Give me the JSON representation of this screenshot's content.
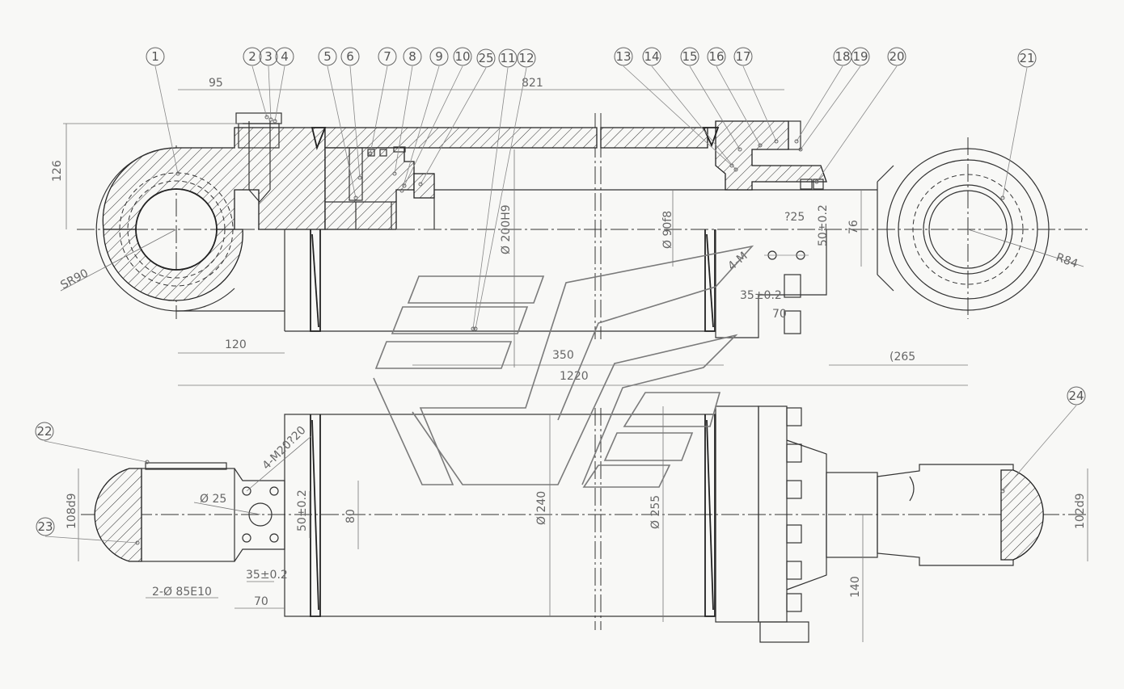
{
  "balloons": [
    "1",
    "2",
    "3",
    "4",
    "5",
    "6",
    "7",
    "8",
    "9",
    "10",
    "25",
    "11",
    "12",
    "13",
    "14",
    "15",
    "16",
    "17",
    "18",
    "19",
    "20",
    "21",
    "22",
    "23",
    "24"
  ],
  "dimensions": {
    "d95": "95",
    "d821": "821",
    "d126": "126",
    "sr90": "SR90",
    "d120": "120",
    "d350": "350",
    "d1220": "1220",
    "d265": "(265",
    "r84": "R84",
    "phi200": "Ø 200H9",
    "phi90": "Ø 90f8",
    "t25": "?25",
    "m4top": "4-M",
    "d50a": "50±0.2",
    "d76": "76",
    "d35a": "35±0.2",
    "d70a": "70",
    "m4bot": "4-M20?20",
    "phi25": "Ø 25",
    "d50b": "50±0.2",
    "d80": "80",
    "d108": "108d9",
    "d35b": "35±0.2",
    "d70b": "70",
    "d2phi85": "2-Ø 85E10",
    "phi240": "Ø 240",
    "phi255": "Ø 255",
    "d140": "140",
    "d102": "102d9"
  },
  "colors": {
    "line": "#222222",
    "dim": "#777777",
    "watermark": "#7a7a7a",
    "paper": "#f8f8f6"
  }
}
